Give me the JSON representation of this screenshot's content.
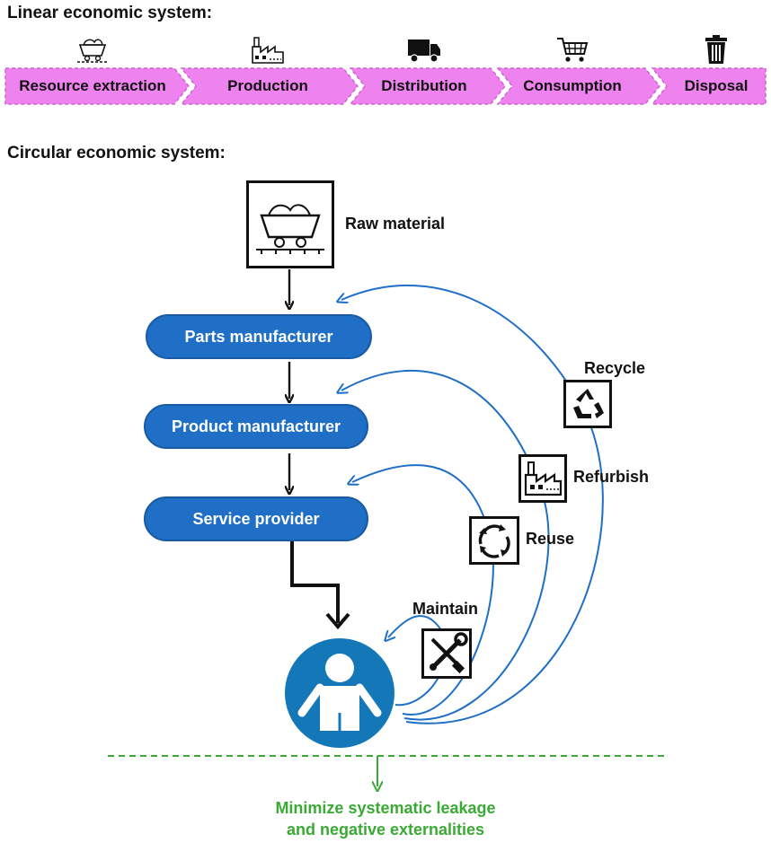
{
  "linear": {
    "title": "Linear economic system:",
    "stages": [
      {
        "label": "Resource extraction",
        "icon": "mine-cart-icon"
      },
      {
        "label": "Production",
        "icon": "factory-icon"
      },
      {
        "label": "Distribution",
        "icon": "truck-icon"
      },
      {
        "label": "Consumption",
        "icon": "shopping-cart-icon"
      },
      {
        "label": "Disposal",
        "icon": "trash-can-icon"
      }
    ],
    "band_color": "#ee82ee"
  },
  "circular": {
    "title": "Circular economic system:",
    "raw_material": "Raw material",
    "parts_manufacturer": "Parts manufacturer",
    "product_manufacturer": "Product manufacturer",
    "service_provider": "Service provider",
    "loops": {
      "recycle": "Recycle",
      "refurbish": "Refurbish",
      "reuse": "Reuse",
      "maintain": "Maintain"
    },
    "colors": {
      "node": "#1f6fc6",
      "arrow": "#1f6fc6",
      "user": "#1478b8",
      "outcome": "#3aaa35"
    },
    "outcome": {
      "line1": "Minimize systematic leakage",
      "line2": "and negative externalities"
    }
  }
}
